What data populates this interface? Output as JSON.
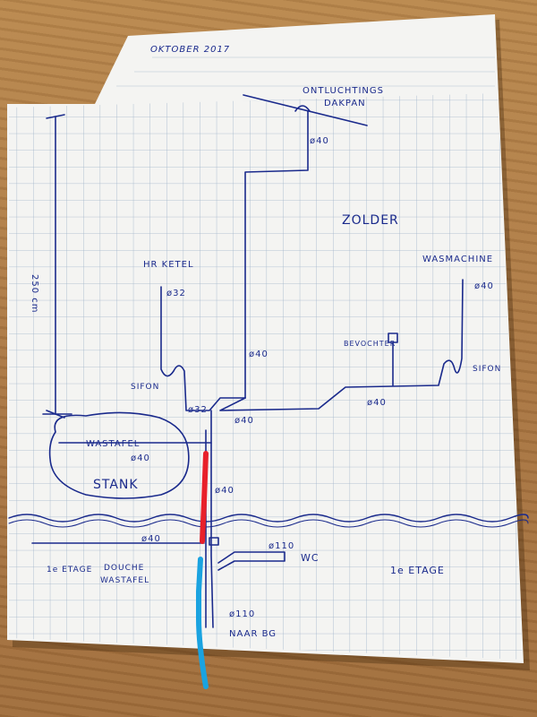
{
  "photo": {
    "subject": "hand-drawn ventilation/drain pipe sketch on grid paper",
    "colors": {
      "table": "#a9793f",
      "paper": "#f4f4f2",
      "grid": "#9fb3c9",
      "ink": "#1a2a8c",
      "marker_red": "#e8202a",
      "marker_blue": "#1aa3e0"
    }
  },
  "sheet": {
    "date": "OKTOBER 2017",
    "dimension": "250 cm",
    "labels": {
      "vent_cap": "ONTLUCHTINGS",
      "vent_cap_2": "DAKPAN",
      "attic": "ZOLDER",
      "boiler": "HR KETEL",
      "washer": "WASMACHINE",
      "humidifier": "BEVOCHTER",
      "trap_left": "SIFON",
      "trap_right": "SIFON",
      "sink_top": "WASTAFEL",
      "smell": "STANK",
      "floor_left": "1e ETAGE",
      "shower": "DOUCHE",
      "sink_bottom": "WASTAFEL",
      "wc": "WC",
      "floor_right": "1e ETAGE",
      "to_ground": "NAAR BG"
    },
    "diameters": {
      "d_top": "ø40",
      "d_boiler": "ø32",
      "d_riser": "ø40",
      "d_trap": "ø32",
      "d_joint": "ø40",
      "d_washer_line": "ø40",
      "d_washer": "ø40",
      "d_sink": "ø40",
      "d_red": "ø40",
      "d_floor_left": "ø40",
      "d_wc": "ø110",
      "d_down": "ø110"
    }
  }
}
